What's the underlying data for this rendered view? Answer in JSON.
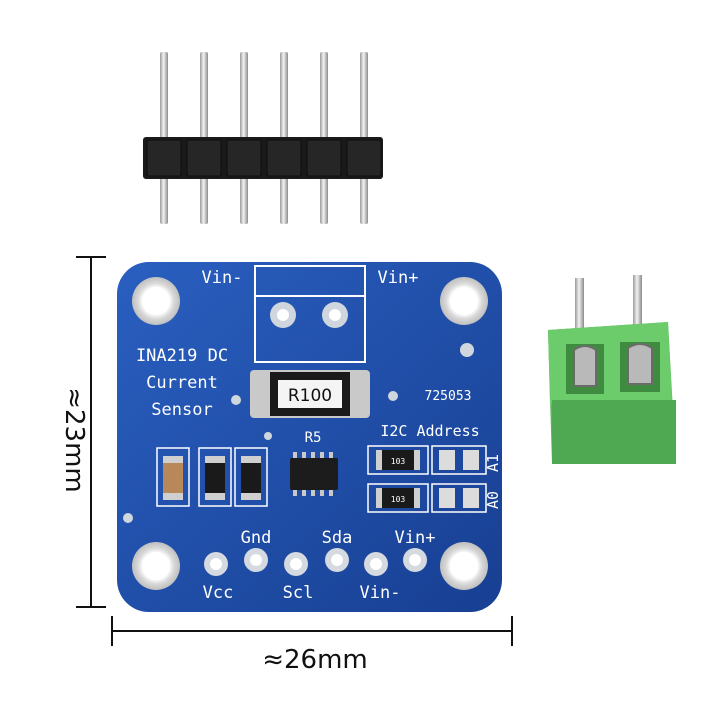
{
  "board": {
    "title_lines": [
      "INA219 DC",
      "Current",
      "Sensor"
    ],
    "vin_minus_top": "Vin-",
    "vin_plus_top": "Vin+",
    "shunt_label": "R100",
    "code": "725053",
    "r5_label": "R5",
    "i2c_label": "I2C Address",
    "a1_label": "A1",
    "a0_label": "A0",
    "resistor_code": "103",
    "pins_top": [
      "Gnd",
      "Sda",
      "Vin+"
    ],
    "pins_bottom": [
      "Vcc",
      "Scl",
      "Vin-"
    ]
  },
  "dimensions": {
    "height": "≈23mm",
    "width": "≈26mm"
  },
  "colors": {
    "pcb_blue": "#1f4fa8",
    "silkscreen": "#ffffff",
    "terminal_green": "#5fbf5f",
    "header_black": "#1a1a1a",
    "pin_silver": "#d9d9d9"
  }
}
